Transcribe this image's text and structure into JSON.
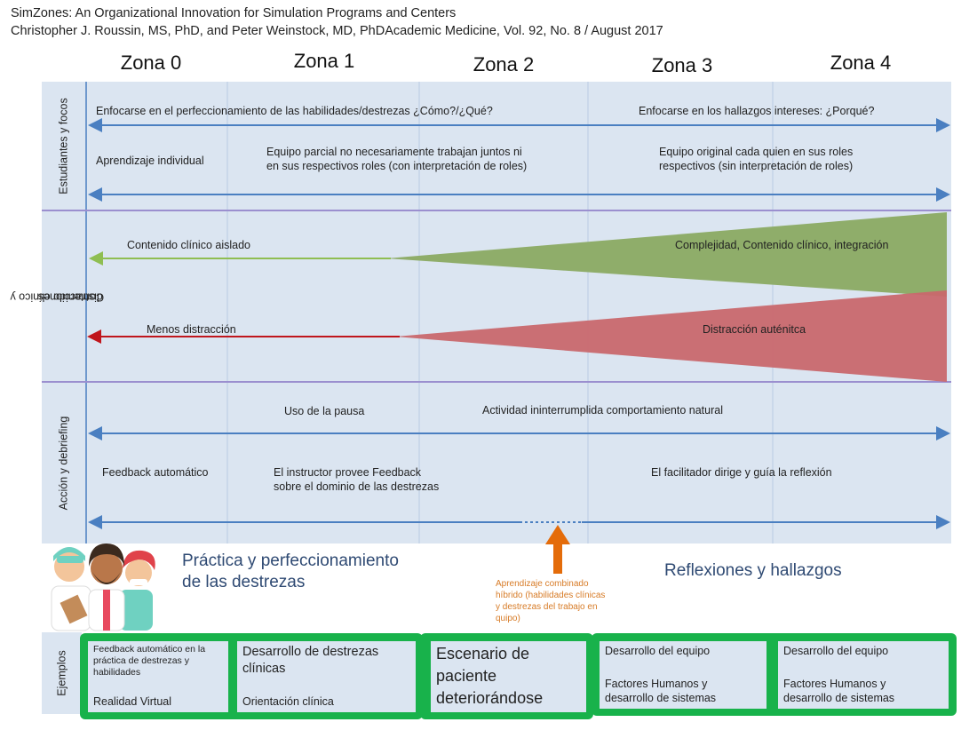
{
  "header": {
    "line1": "SimZones: An Organizational Innovation for Simulation Programs and Centers",
    "line2": "Christopher J. Roussin, MS, PhD, and Peter Weinstock, MD, PhDAcademic Medicine, Vol. 92, No. 8 / August 2017"
  },
  "zones": [
    "Zona 0",
    "Zona 1",
    "Zona 2",
    "Zona 3",
    "Zona 4"
  ],
  "rows": {
    "students": {
      "label": "Estudiantes y focos",
      "focus_left": "Enfocarse en el perfeccionamiento de las habilidades/destrezas ¿Cómo?/¿Qué?",
      "focus_right": "Enfocarse en los hallazgos intereses: ¿Porqué?",
      "individual": "Aprendizaje individual",
      "partial_team": [
        "Equipo parcial no necesariamente trabajan juntos ni",
        "en sus respectivos roles (con interpretación de roles)"
      ],
      "original_team": [
        "Equipo original cada quien en sus roles",
        "respectivos (sin interpretación de roles)"
      ]
    },
    "content": {
      "label_line1": "Contenido clínico y",
      "label_line2": "distracciones",
      "isolated": "Contenido clínico aislado",
      "complexity": "Complejidad, Contenido clínico, integración",
      "less_distraction": "Menos distracción",
      "authentic_distraction": "Distracción auténitca",
      "green_color": "#8fad6a",
      "red_color": "#c9686d"
    },
    "action": {
      "label": "Acción y debriefing",
      "pause": "Uso de la pausa",
      "uninterrupted": "Actividad ininterrumplida comportamiento natural",
      "auto_feedback": "Feedback automático",
      "instructor": [
        "El instructor provee Feedback",
        "sobre el dominio de las destrezas"
      ],
      "facilitator": "El facilitador dirige y guía la reflexión"
    }
  },
  "bottom": {
    "practice_title": [
      "Práctica y perfeccionamiento",
      "de las destrezas"
    ],
    "reflection_title": "Reflexiones y hallazgos",
    "hybrid_note": [
      "Aprendizaje combinado",
      "híbrido (habilidades clínicas",
      "y destrezas del trabajo en",
      "quipo)"
    ],
    "illustration": "medical-team-illustration"
  },
  "examples": {
    "label": "Ejemplos",
    "boxes": [
      {
        "top": [
          "Feedback automático en la",
          "práctica de destrezas y",
          "habilidades"
        ],
        "bottom": "Realidad Virtual"
      },
      {
        "top": [
          "Desarrollo de destrezas",
          "clínicas"
        ],
        "bottom": "Orientación clínica"
      },
      {
        "top": [
          "Escenario de",
          "paciente",
          "deteriorándose"
        ]
      },
      {
        "top": "Desarrollo del equipo",
        "bottom": [
          "Factores Humanos y",
          "desarrollo de sistemas"
        ]
      },
      {
        "top": "Desarrollo del equipo",
        "bottom": [
          "Factores Humanos y",
          "desarrollo de sistemas"
        ]
      }
    ]
  },
  "colors": {
    "panel_bg": "#dbe5f1",
    "arrow_blue": "#4a7fc1",
    "divider_purple": "#9b8fcf",
    "group_green": "#18b24b",
    "accent_orange": "#e46c0a",
    "title_blue": "#2f4a73"
  }
}
